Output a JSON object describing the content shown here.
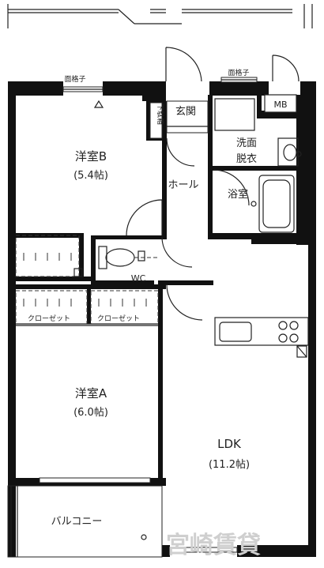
{
  "rooms": {
    "western_b": {
      "name": "洋室B",
      "size": "(5.4帖)"
    },
    "western_a": {
      "name": "洋室A",
      "size": "(6.0帖)"
    },
    "ldk": {
      "name": "LDK",
      "size": "(11.2帖)"
    },
    "entrance": "玄関",
    "hall": "ホール",
    "washroom_line1": "洗面",
    "washroom_line2": "脱衣",
    "bath": "浴室",
    "wc": "WC",
    "mb": "MB",
    "shoe_box": "下駄箱",
    "closet_left": "クローゼット",
    "closet_right": "クローゼット",
    "balcony": "バルコニー"
  },
  "labels": {
    "lattice_left": "面格子",
    "lattice_right": "面格子"
  },
  "watermark": "宮崎賃貸"
}
